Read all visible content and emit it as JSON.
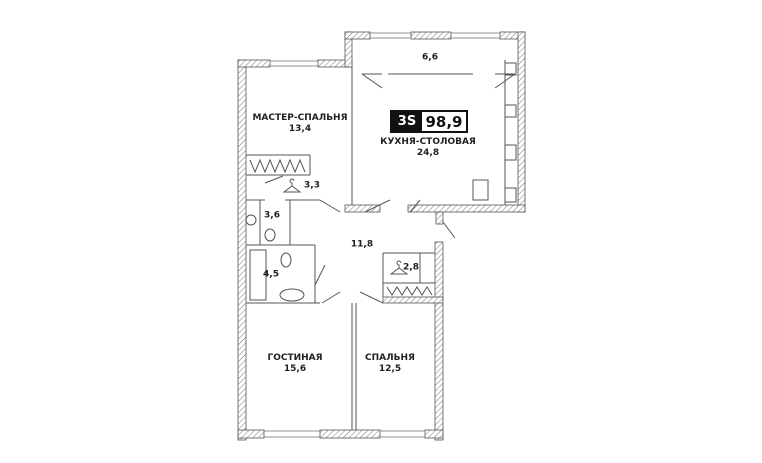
{
  "apartment": {
    "type": "3S",
    "area": "98,9"
  },
  "rooms": [
    {
      "name": "МАСТЕР-СПАЛЬНЯ",
      "area": "13,4"
    },
    {
      "name": "КУХНЯ-СТОЛОВАЯ",
      "area": "24,8"
    },
    {
      "name": "",
      "area": "6,6"
    },
    {
      "name": "",
      "area": "3,3"
    },
    {
      "name": "",
      "area": "3,6"
    },
    {
      "name": "",
      "area": "4,5"
    },
    {
      "name": "",
      "area": "11,8"
    },
    {
      "name": "",
      "area": "2,8"
    },
    {
      "name": "ГОСТИНАЯ",
      "area": "15,6"
    },
    {
      "name": "СПАЛЬНЯ",
      "area": "12,5"
    }
  ],
  "colors": {
    "wall": "#888888",
    "line": "#555555",
    "badge": "#111111"
  }
}
